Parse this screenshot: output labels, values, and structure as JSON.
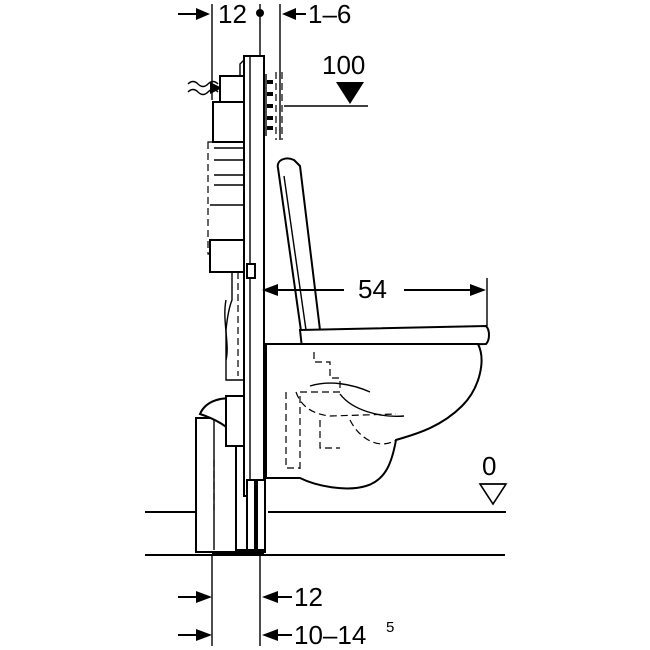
{
  "dimensions": {
    "frame_depth": "12",
    "wall_gap": "1–6",
    "flush_height": "100",
    "projection": "54",
    "floor_level": "0",
    "bottom_frame": "12",
    "floor_build_up": "10–14",
    "floor_build_up_sup": "5"
  }
}
